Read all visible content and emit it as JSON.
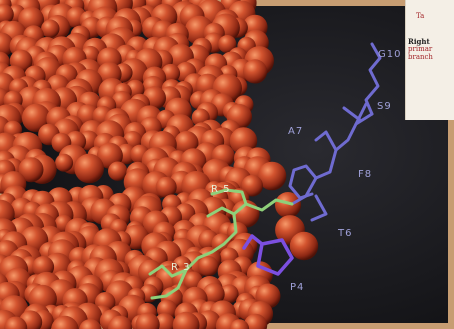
{
  "caption": {
    "title_fragment": "Ta",
    "heading_fragment": "Right",
    "line1_fragment": "primar",
    "line2_fragment": "branch"
  },
  "residues": [
    {
      "id": "G10",
      "label": "G10",
      "chain": "blue"
    },
    {
      "id": "S9",
      "label": "S9",
      "chain": "blue"
    },
    {
      "id": "A7",
      "label": "A7",
      "chain": "blue"
    },
    {
      "id": "F8",
      "label": "F8",
      "chain": "blue"
    },
    {
      "id": "T6",
      "label": "T6",
      "chain": "blue"
    },
    {
      "id": "R5",
      "label": "R 5",
      "chain": "green"
    },
    {
      "id": "R3",
      "label": "R 3",
      "chain": "green"
    },
    {
      "id": "P4",
      "label": "P4",
      "chain": "purple"
    }
  ],
  "colors": {
    "sphere_main": "#c8472b",
    "sphere_dark": "#7a1f10",
    "background": "#1a1a1d",
    "peptide_blue": "#6f6bd0",
    "peptide_green": "#8fd07a",
    "peptide_purple": "#7c4fe0",
    "label_blue": "#9fa0d8",
    "label_green": "#e8f0d8"
  }
}
